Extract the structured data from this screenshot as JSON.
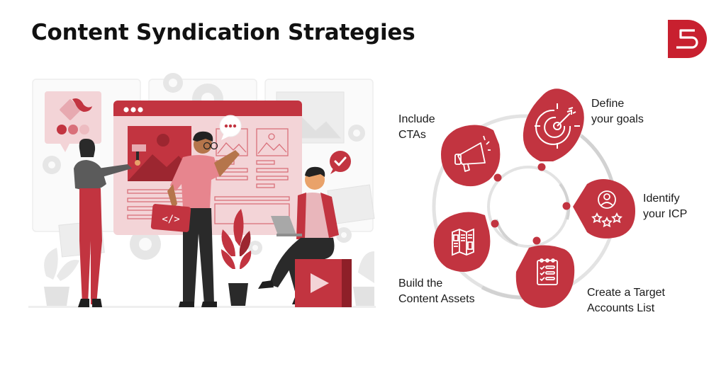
{
  "header": {
    "title": "Content Syndication Strategies",
    "logo": {
      "name": "brand-logo-d-s-icon",
      "color": "#C8202F"
    }
  },
  "theme": {
    "accent": "#C23440",
    "accent_dark": "#8E1F28",
    "accent_light": "#F3D4D7",
    "accent_mid": "#E08A93",
    "ring_gray": "#D9D9D9",
    "bg_gray": "#EFEFEF",
    "text": "#111111"
  },
  "illustration": {
    "description": "Three people building a website page: woman painting, man holding code tablet, man sitting with laptop on video block",
    "elements": [
      "browser-window",
      "paint-roller",
      "code-tablet",
      "laptop",
      "speech-bubble-dots",
      "check-bubble",
      "video-play-block",
      "potted-plant",
      "color-palette-card",
      "gear-icons",
      "image-placeholders"
    ],
    "code_tablet_glyph": "</>"
  },
  "steps": [
    {
      "id": "define-goals",
      "line1": "Define",
      "line2": "your goals",
      "icon": "target-arrow-icon"
    },
    {
      "id": "identify-icp",
      "line1": "Identify",
      "line2": "your ICP",
      "icon": "user-rating-stars-icon"
    },
    {
      "id": "target-accounts",
      "line1": "Create a Target",
      "line2": "Accounts List",
      "icon": "checklist-notepad-icon"
    },
    {
      "id": "content-assets",
      "line1": "Build the",
      "line2": "Content Assets",
      "icon": "brochure-icon"
    },
    {
      "id": "include-ctas",
      "line1": "Include",
      "line2": "CTAs",
      "icon": "megaphone-icon"
    }
  ]
}
